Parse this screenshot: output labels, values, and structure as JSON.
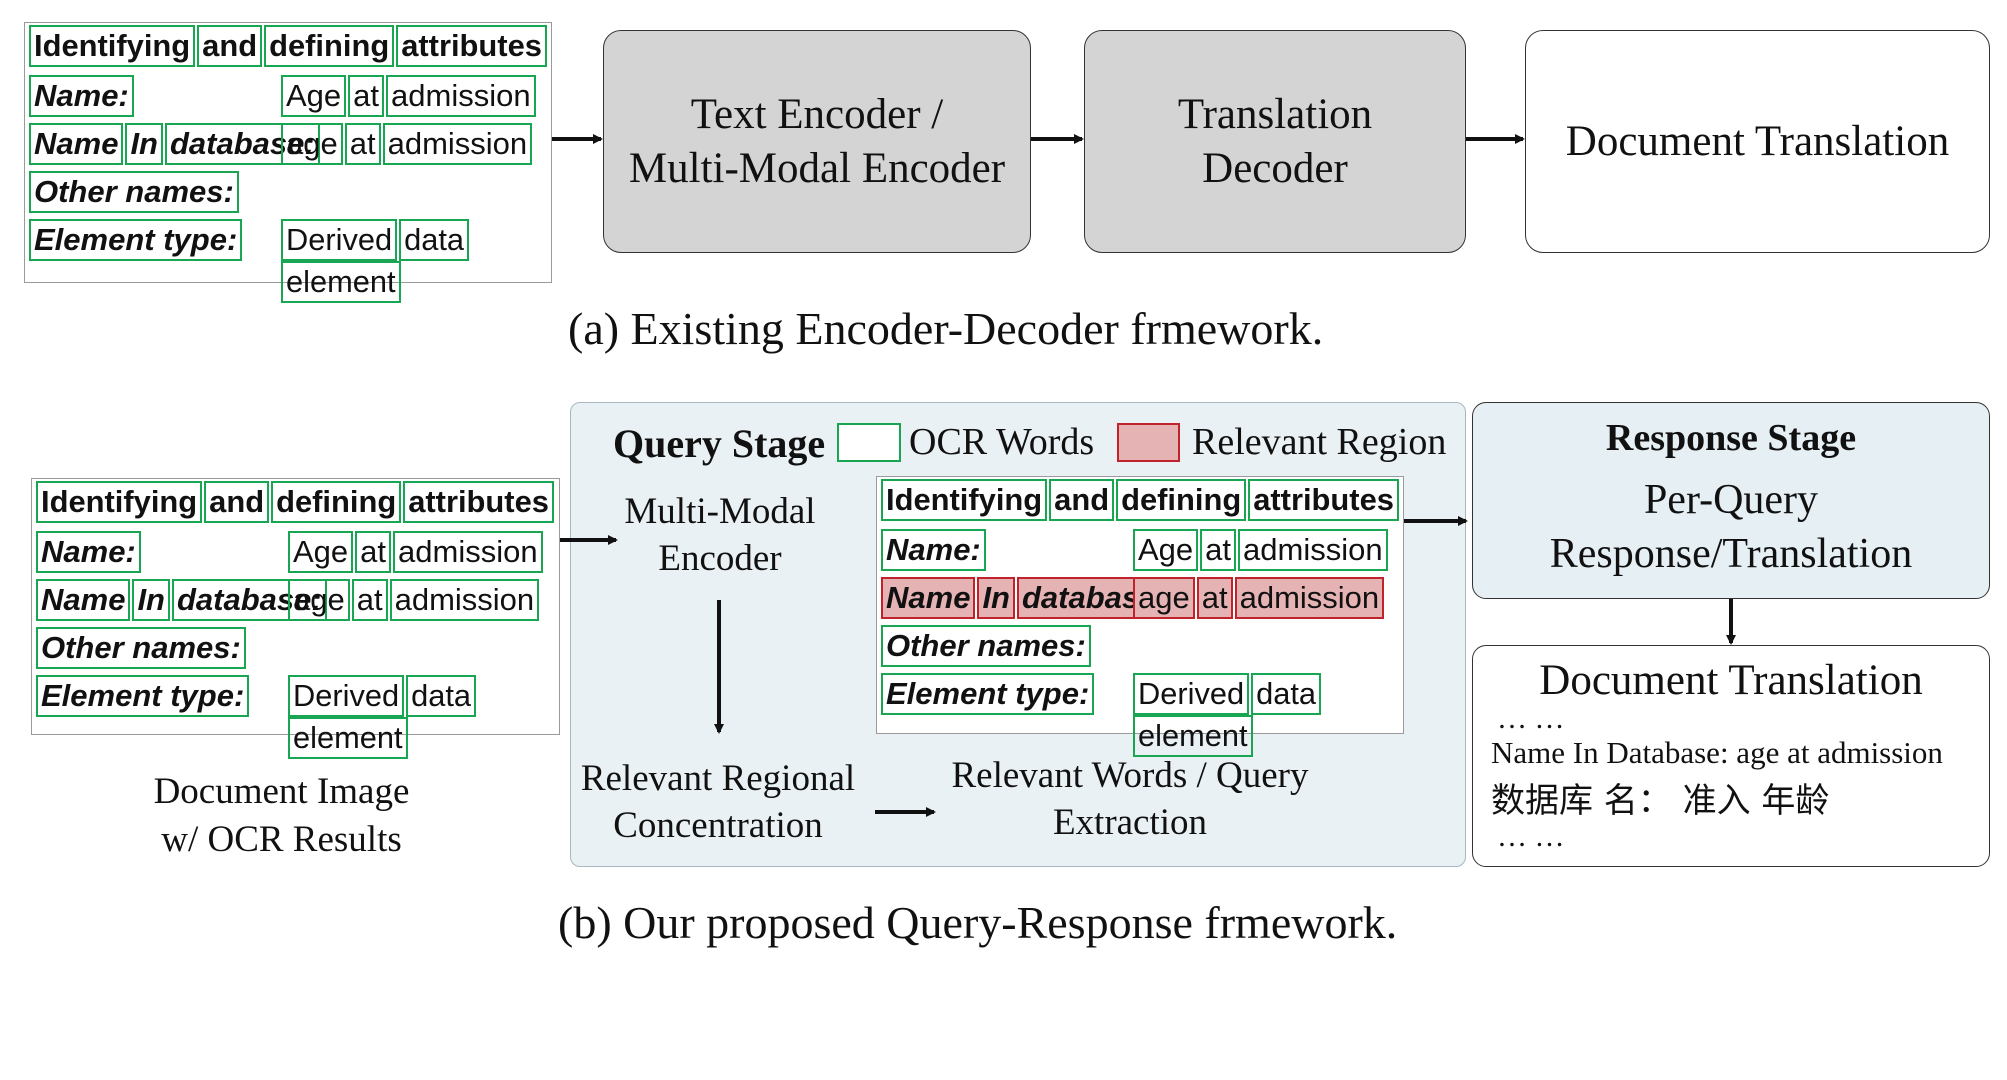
{
  "ocr_doc": {
    "title_words": [
      "Identifying",
      "and",
      "defining",
      "attributes"
    ],
    "rows": [
      {
        "label": [
          "Name:"
        ],
        "value": [
          "Age",
          "at",
          "admission"
        ]
      },
      {
        "label": [
          "Name",
          "In",
          "database:"
        ],
        "value": [
          "age",
          "at",
          "admission"
        ]
      },
      {
        "label": [
          "Other names:"
        ],
        "value": []
      },
      {
        "label": [
          "Element type:"
        ],
        "value": [
          "Derived",
          "data",
          "element"
        ]
      }
    ]
  },
  "part_a": {
    "encoder_line1": "Text Encoder /",
    "encoder_line2": "Multi-Modal Encoder",
    "decoder_line1": "Translation",
    "decoder_line2": "Decoder",
    "output": "Document Translation",
    "caption": "(a) Existing Encoder-Decoder frmework."
  },
  "part_b": {
    "doc_caption_line1": "Document Image",
    "doc_caption_line2": "w/ OCR Results",
    "query_stage": "Query Stage",
    "legend_ocr": "OCR Words",
    "legend_relevant": "Relevant Region",
    "mm_encoder_line1": "Multi-Modal",
    "mm_encoder_line2": "Encoder",
    "regional_line1": "Relevant Regional",
    "regional_line2": "Concentration",
    "extraction_line1": "Relevant Words / Query",
    "extraction_line2": "Extraction",
    "response_stage": "Response Stage",
    "response_line1": "Per-Query",
    "response_line2": "Response/Translation",
    "doc_trans_title": "Document Translation",
    "ellipsis_top": "… …",
    "english_line": "Name In Database: age at admission",
    "chinese_line": "数据库 名： 准入 年龄",
    "ellipsis_bottom": "… …",
    "caption": "(b) Our proposed Query-Response frmework."
  }
}
